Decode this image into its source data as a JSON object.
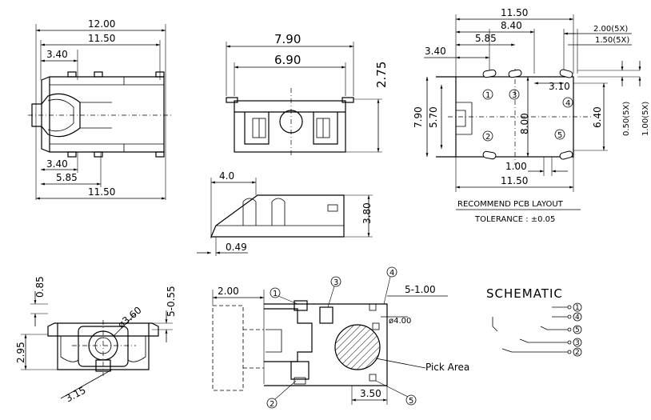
{
  "top_view": {
    "dim_width_top": "12.00",
    "dim_width_second": "11.50",
    "dim_offset_top": "3.40",
    "dim_offset_bottom": "3.40",
    "dim_span_bottom": "5.85",
    "dim_width_bottom": "11.50"
  },
  "front_view": {
    "dim_overall": "7.90",
    "dim_inner": "6.90",
    "dim_height": "2.75"
  },
  "side_view": {
    "dim_top": "4.0",
    "dim_height": "3.80",
    "dim_lead": "0.49"
  },
  "pcb_layout": {
    "dim_total": "11.50",
    "dim_pitch": "8.40",
    "dim_span": "5.85",
    "dim_offset": "3.40",
    "dim_pad_width": "2.00(5X)",
    "dim_pad_width_inner": "1.50(5X)",
    "dim_pad_offset": "3.10",
    "dim_height": "7.90",
    "dim_inner_height": "5.70",
    "dim_center": "8.00",
    "dim_right": "6.40",
    "dim_pad_height": "0.50(5X)",
    "dim_pad_height2": "1.00(5X)",
    "dim_bottom_gap": "1.00",
    "dim_bottom_total": "11.50",
    "pins": [
      "1",
      "2",
      "3",
      "4",
      "5"
    ],
    "title": "RECOMMEND PCB LAYOUT",
    "tolerance": "TOLERANCE : ±0.05"
  },
  "end_view": {
    "dim_a": "0.85",
    "dim_b": "5-0.55",
    "dim_c": "2.95",
    "dim_dia": "ø3.60",
    "dim_d": "3.15"
  },
  "bottom_view": {
    "dim_left": "2.00",
    "dim_right": "5-1.00",
    "dim_dia": "ø4.00",
    "dim_bottom": "3.50",
    "pick_area": "Pick Area",
    "pins": [
      "1",
      "2",
      "3",
      "4",
      "5"
    ]
  },
  "schematic": {
    "title": "SCHEMATIC",
    "pins": [
      "1",
      "4",
      "5",
      "3",
      "2"
    ]
  }
}
